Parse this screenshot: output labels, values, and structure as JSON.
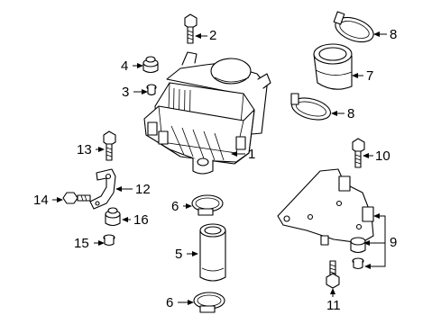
{
  "callouts": [
    {
      "id": "c1",
      "text": "1"
    },
    {
      "id": "c2",
      "text": "2"
    },
    {
      "id": "c3",
      "text": "3"
    },
    {
      "id": "c4",
      "text": "4"
    },
    {
      "id": "c5",
      "text": "5"
    },
    {
      "id": "c6a",
      "text": "6"
    },
    {
      "id": "c6b",
      "text": "6"
    },
    {
      "id": "c7",
      "text": "7"
    },
    {
      "id": "c8a",
      "text": "8"
    },
    {
      "id": "c8b",
      "text": "8"
    },
    {
      "id": "c9",
      "text": "9"
    },
    {
      "id": "c10",
      "text": "10"
    },
    {
      "id": "c11",
      "text": "11"
    },
    {
      "id": "c12",
      "text": "12"
    },
    {
      "id": "c13",
      "text": "13"
    },
    {
      "id": "c14",
      "text": "14"
    },
    {
      "id": "c15",
      "text": "15"
    },
    {
      "id": "c16",
      "text": "16"
    }
  ]
}
